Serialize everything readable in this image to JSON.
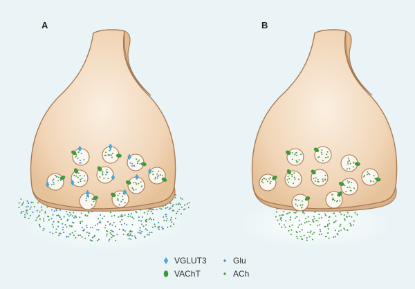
{
  "panels": [
    {
      "label": "A"
    },
    {
      "label": "B"
    }
  ],
  "legend": {
    "vglut3": "VGLUT3",
    "vacht": "VAChT",
    "glu": "Glu",
    "ach": "ACh"
  },
  "colors": {
    "background": "#eaf4f6",
    "terminal_fill": "#f3dcc2",
    "terminal_outline": "#a67a52",
    "terminal_shadow": "#dcb48c",
    "vesicle_fill": "#fbf7f0",
    "vglut3": "#4aa6d8",
    "vacht": "#3e9a3a",
    "glu": "#4a88c0",
    "ach": "#4e9a48"
  }
}
